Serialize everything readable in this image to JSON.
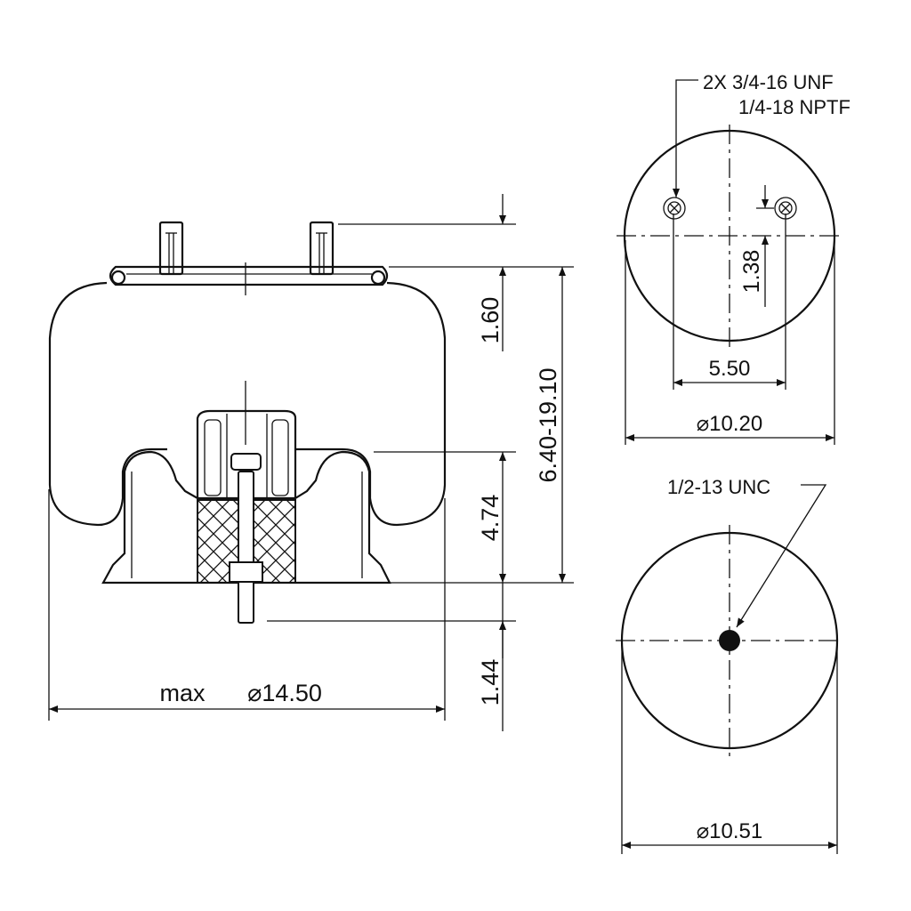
{
  "drawing": {
    "side_view": {
      "dim_stud_height": "1.60",
      "dim_height_range": "6.40-19.10",
      "dim_piston_height": "4.74",
      "dim_bolt_length": "1.44",
      "dim_max_diameter_prefix": "max",
      "dim_max_diameter": "⌀14.50"
    },
    "top_view": {
      "callout_line1": "2X 3/4-16 UNF",
      "callout_line2": "1/4-18 NPTF",
      "dim_offset": "1.38",
      "dim_stud_spacing": "5.50",
      "dim_diameter": "⌀10.20"
    },
    "bottom_view": {
      "callout": "1/2-13 UNC",
      "dim_diameter": "⌀10.51"
    }
  }
}
